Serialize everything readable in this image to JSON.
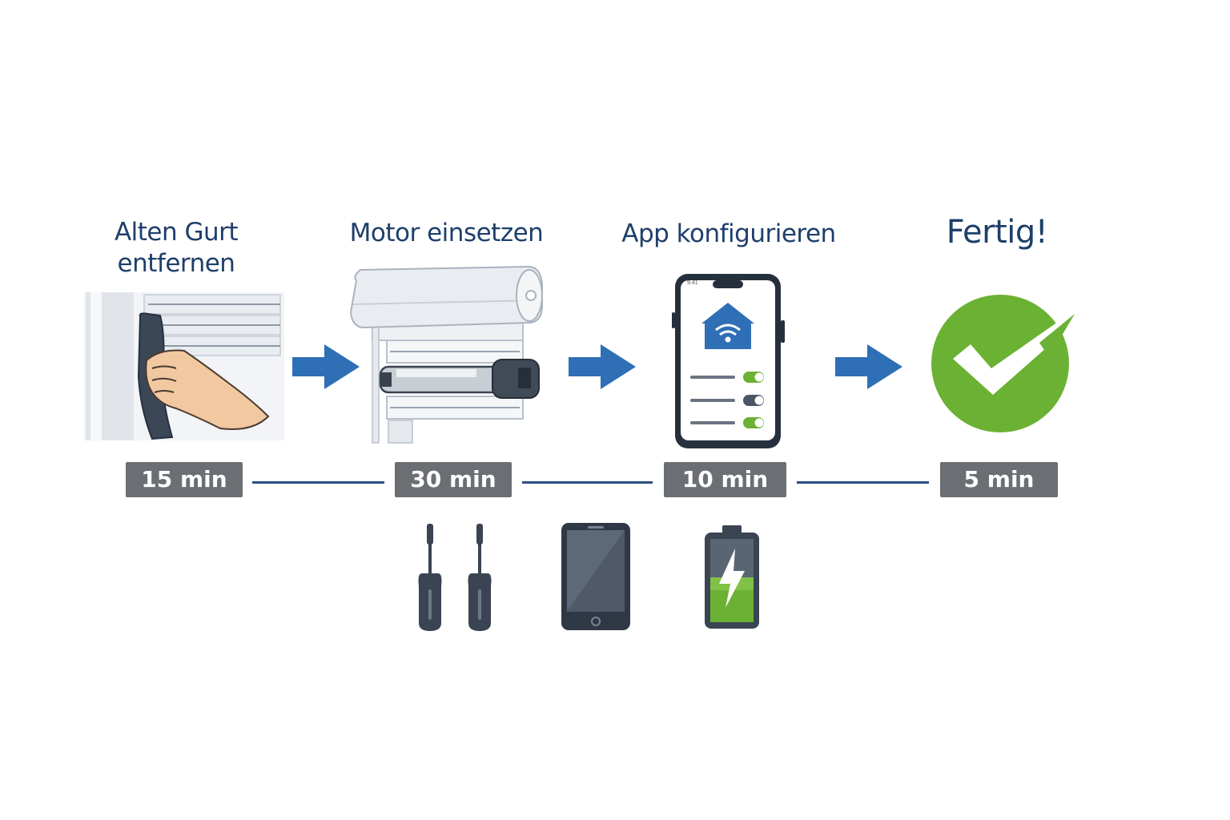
{
  "colors": {
    "title": "#1e3f6b",
    "arrow": "#2f6fb6",
    "badge_bg": "#6b6e73",
    "badge_text": "#ffffff",
    "connector": "#2a4f82",
    "success_green": "#6bb133",
    "toggle_green": "#6bb133",
    "tool_dark": "#3a4452"
  },
  "steps": [
    {
      "title": "Alten Gurt\nentfernen",
      "duration": "15 min",
      "icon": "remove-strap-illustration"
    },
    {
      "title": "Motor einsetzen",
      "duration": "30 min",
      "icon": "insert-motor-illustration"
    },
    {
      "title": "App konfigurieren",
      "duration": "10 min",
      "icon": "smartphone-app-illustration"
    },
    {
      "title": "Fertig!",
      "duration": "5 min",
      "icon": "checkmark-circle-icon"
    }
  ],
  "phone": {
    "status_text": "9:41"
  },
  "tools": [
    {
      "icon": "screwdriver-pair-icon"
    },
    {
      "icon": "tablet-icon"
    },
    {
      "icon": "battery-charging-icon"
    }
  ]
}
